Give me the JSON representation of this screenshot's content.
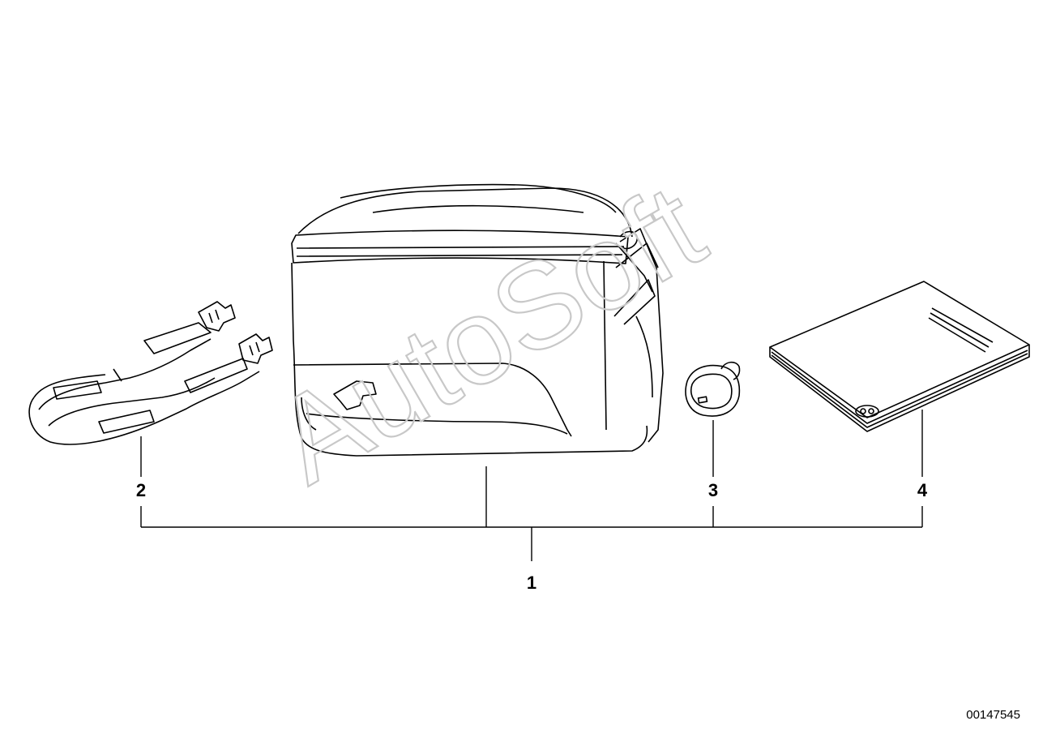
{
  "diagram": {
    "callouts": {
      "main": "1",
      "strap": "2",
      "key": "3",
      "booklet": "4"
    },
    "diagram_id": "00147545",
    "watermark": "AutoSoft"
  }
}
